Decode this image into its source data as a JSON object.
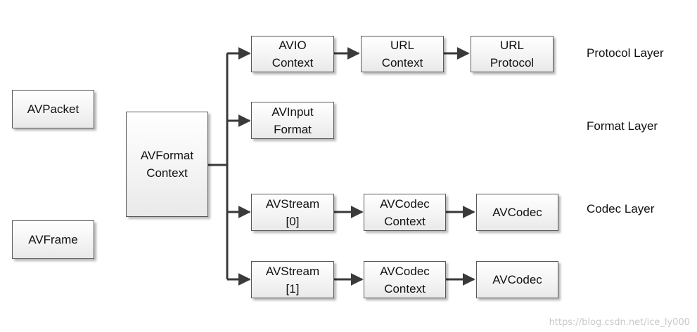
{
  "nodes": {
    "avpacket": "AVPacket",
    "avframe": "AVFrame",
    "avformat_context": "AVFormat\nContext",
    "avio_context": "AVIO\nContext",
    "url_context": "URL\nContext",
    "url_protocol": "URL\nProtocol",
    "avinput_format": "AVInput\nFormat",
    "avstream0": "AVStream\n[0]",
    "avcodec_context0": "AVCodec\nContext",
    "avcodec0": "AVCodec",
    "avstream1": "AVStream\n[1]",
    "avcodec_context1": "AVCodec\nContext",
    "avcodec1": "AVCodec"
  },
  "layers": {
    "protocol": "Protocol Layer",
    "format": "Format Layer",
    "codec": "Codec Layer"
  },
  "watermark": "https://blog.csdn.net/ice_ly000"
}
